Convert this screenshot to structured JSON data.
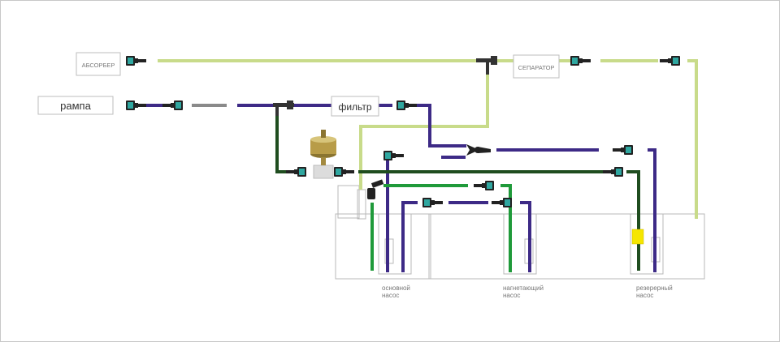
{
  "diagram": {
    "title": "Fuel system schematic",
    "components": {
      "absorber": "АБСОРБЕР",
      "separator": "СЕПАРАТОР",
      "rail": "рампа",
      "filter": "фильтр"
    },
    "pumps": [
      {
        "line1": "основной",
        "line2": "насос"
      },
      {
        "line1": "нагнетающий",
        "line2": "насос"
      },
      {
        "line1": "резерерный",
        "line2": "насос"
      }
    ],
    "colors": {
      "vapor_line": "#c8db8a",
      "fuel_supply": "#3d2a86",
      "return_line": "#1f4d1f",
      "pump_line": "#1f9a3a",
      "gray_line": "#8a8a8a",
      "connector_body": "#222222",
      "connector_accent": "#2fa7a0",
      "sensor_marker": "#f5e600",
      "outline": "#b8b8b8"
    },
    "icons": [
      "quick-connector-icon",
      "tee-fitting-icon",
      "y-splitter-icon",
      "pressure-sensor-icon",
      "elbow-fitting-icon"
    ]
  }
}
